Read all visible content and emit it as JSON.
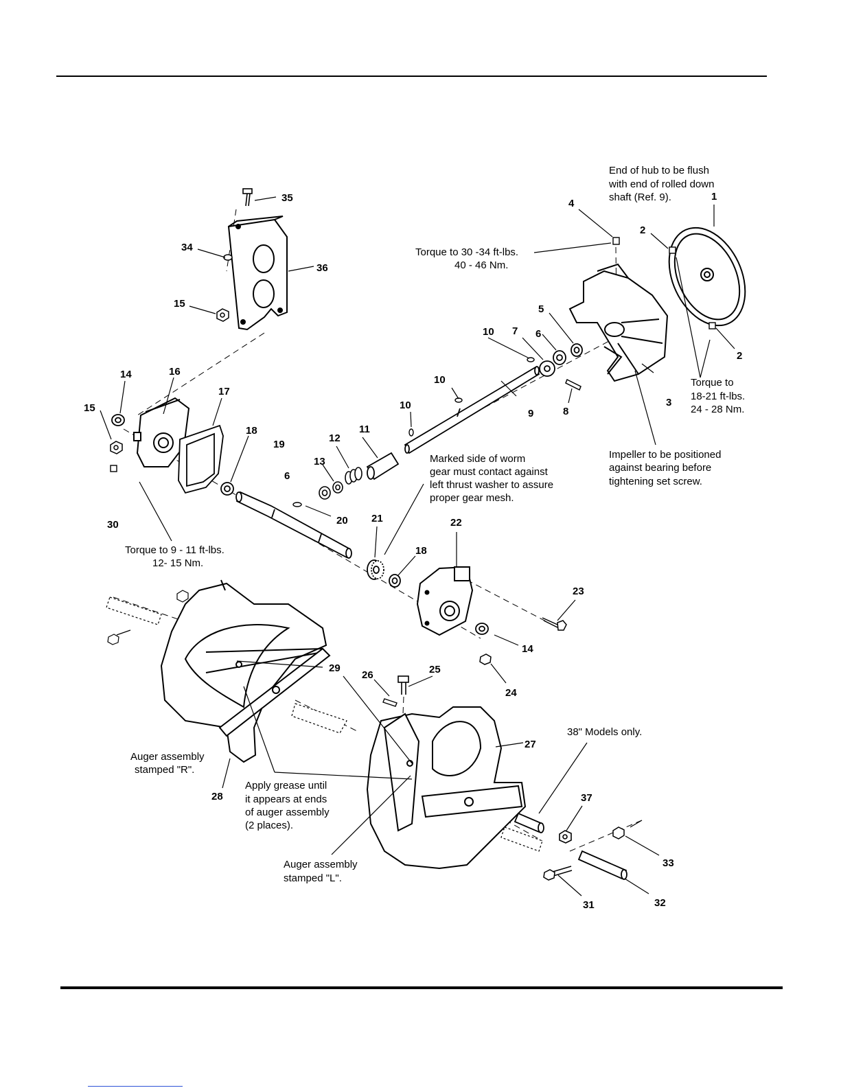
{
  "callouts": [
    "1",
    "2",
    "2",
    "3",
    "4",
    "5",
    "6",
    "6",
    "7",
    "8",
    "9",
    "10",
    "10",
    "10",
    "11",
    "12",
    "13",
    "14",
    "14",
    "15",
    "15",
    "16",
    "17",
    "18",
    "18",
    "19",
    "20",
    "21",
    "22",
    "23",
    "24",
    "25",
    "26",
    "27",
    "28",
    "29",
    "30",
    "31",
    "32",
    "33",
    "34",
    "35",
    "36",
    "37"
  ],
  "notes": {
    "hub_flush": [
      "End of hub to be flush",
      "with end of rolled down",
      "shaft (Ref. 9)."
    ],
    "torque_setscrew": [
      "Torque to 30 -34 ft-lbs.",
      "40 - 46 Nm."
    ],
    "torque_pulley": [
      "Torque to",
      "18-21 ft-lbs.",
      "24 - 28 Nm."
    ],
    "impeller": [
      "Impeller to be positioned",
      "against bearing before",
      "tightening set screw."
    ],
    "worm_gear": [
      "Marked side of worm",
      "gear must contact against",
      "left thrust washer to assure",
      "proper gear mesh."
    ],
    "torque_housing": [
      "Torque to 9 - 11 ft-lbs.",
      "12- 15 Nm."
    ],
    "auger_r": [
      "Auger assembly",
      "stamped \"R\"."
    ],
    "grease": [
      "Apply grease until",
      "it appears at ends",
      "of auger assembly",
      "(2 places)."
    ],
    "auger_l": [
      "Auger assembly",
      "stamped \"L\"."
    ],
    "models_38": [
      "38\" Models only."
    ]
  }
}
